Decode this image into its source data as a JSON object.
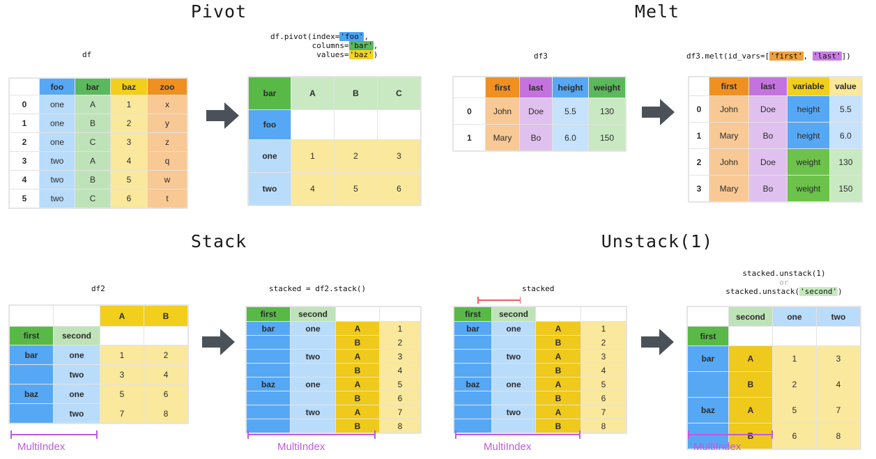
{
  "sections": {
    "pivot": {
      "title": "Pivot",
      "source_caption": "df",
      "code": {
        "line1_pre": "df.pivot(index=",
        "line1_hl": "'foo'",
        "line1_post": ",",
        "line2_pre": "         columns=",
        "line2_hl": "'bar'",
        "line2_post": ",",
        "line3_pre": "          values=",
        "line3_hl": "'baz'",
        "line3_post": ")"
      },
      "source_table": {
        "headers": [
          "",
          "foo",
          "bar",
          "baz",
          "zoo"
        ],
        "rows": [
          [
            "0",
            "one",
            "A",
            "1",
            "x"
          ],
          [
            "1",
            "one",
            "B",
            "2",
            "y"
          ],
          [
            "2",
            "one",
            "C",
            "3",
            "z"
          ],
          [
            "3",
            "two",
            "A",
            "4",
            "q"
          ],
          [
            "4",
            "two",
            "B",
            "5",
            "w"
          ],
          [
            "5",
            "two",
            "C",
            "6",
            "t"
          ]
        ]
      },
      "result_table": {
        "col_index_name": "bar",
        "col_labels": [
          "A",
          "B",
          "C"
        ],
        "row_index_name": "foo",
        "row_labels": [
          "one",
          "two"
        ],
        "values": [
          [
            "1",
            "2",
            "3"
          ],
          [
            "4",
            "5",
            "6"
          ]
        ]
      }
    },
    "melt": {
      "title": "Melt",
      "source_caption": "df3",
      "code": {
        "pre": "df3.melt(id_vars=[",
        "hl1": "'first'",
        "mid": ", ",
        "hl2": "'last'",
        "post": "])"
      },
      "source_table": {
        "headers": [
          "",
          "first",
          "last",
          "height",
          "weight"
        ],
        "rows": [
          [
            "0",
            "John",
            "Doe",
            "5.5",
            "130"
          ],
          [
            "1",
            "Mary",
            "Bo",
            "6.0",
            "150"
          ]
        ]
      },
      "result_table": {
        "headers": [
          "",
          "first",
          "last",
          "variable",
          "value"
        ],
        "rows": [
          [
            "0",
            "John",
            "Doe",
            "height",
            "5.5"
          ],
          [
            "1",
            "Mary",
            "Bo",
            "height",
            "6.0"
          ],
          [
            "2",
            "John",
            "Doe",
            "weight",
            "130"
          ],
          [
            "3",
            "Mary",
            "Bo",
            "weight",
            "150"
          ]
        ]
      }
    },
    "stack": {
      "title": "Stack",
      "source_caption": "df2",
      "code": "stacked = df2.stack()",
      "multiindex_label": "MultiIndex",
      "source_table": {
        "col_labels": [
          "A",
          "B"
        ],
        "index_names": [
          "first",
          "second"
        ],
        "rows": [
          {
            "first": "bar",
            "second": "one",
            "values": [
              "1",
              "2"
            ]
          },
          {
            "first": "",
            "second": "two",
            "values": [
              "3",
              "4"
            ]
          },
          {
            "first": "baz",
            "second": "one",
            "values": [
              "5",
              "6"
            ]
          },
          {
            "first": "",
            "second": "two",
            "values": [
              "7",
              "8"
            ]
          }
        ]
      },
      "result_table": {
        "index_names": [
          "first",
          "second"
        ],
        "rows": [
          {
            "first": "bar",
            "second": "one",
            "third": "A",
            "value": "1"
          },
          {
            "first": "",
            "second": "",
            "third": "B",
            "value": "2"
          },
          {
            "first": "",
            "second": "two",
            "third": "A",
            "value": "3"
          },
          {
            "first": "",
            "second": "",
            "third": "B",
            "value": "4"
          },
          {
            "first": "baz",
            "second": "one",
            "third": "A",
            "value": "5"
          },
          {
            "first": "",
            "second": "",
            "third": "B",
            "value": "6"
          },
          {
            "first": "",
            "second": "two",
            "third": "A",
            "value": "7"
          },
          {
            "first": "",
            "second": "",
            "third": "B",
            "value": "8"
          }
        ]
      }
    },
    "unstack": {
      "title": "Unstack(1)",
      "source_caption": "stacked",
      "code": {
        "line1": "stacked.unstack(1)",
        "line2": "or",
        "line3_pre": "stacked.unstack(",
        "line3_hl": "'second'",
        "line3_post": ")"
      },
      "multiindex_label": "MultiIndex",
      "source_table": {
        "index_names": [
          "first",
          "second"
        ],
        "rows": [
          {
            "first": "bar",
            "second": "one",
            "third": "A",
            "value": "1"
          },
          {
            "first": "",
            "second": "",
            "third": "B",
            "value": "2"
          },
          {
            "first": "",
            "second": "two",
            "third": "A",
            "value": "3"
          },
          {
            "first": "",
            "second": "",
            "third": "B",
            "value": "4"
          },
          {
            "first": "baz",
            "second": "one",
            "third": "A",
            "value": "5"
          },
          {
            "first": "",
            "second": "",
            "third": "B",
            "value": "6"
          },
          {
            "first": "",
            "second": "two",
            "third": "A",
            "value": "7"
          },
          {
            "first": "",
            "second": "",
            "third": "B",
            "value": "8"
          }
        ]
      },
      "result_table": {
        "col_index_name": "second",
        "col_labels": [
          "one",
          "two"
        ],
        "row_index_name": "first",
        "rows": [
          {
            "first": "bar",
            "level": "A",
            "values": [
              "1",
              "3"
            ]
          },
          {
            "first": "",
            "level": "B",
            "values": [
              "2",
              "4"
            ]
          },
          {
            "first": "baz",
            "level": "A",
            "values": [
              "5",
              "7"
            ]
          },
          {
            "first": "",
            "level": "B",
            "values": [
              "6",
              "8"
            ]
          }
        ]
      }
    }
  },
  "colors": {
    "arrow": "#4a5159",
    "multiindex": "#bf5ae0",
    "red_bracket": "#f05a5a",
    "blue": "#56a8f5",
    "green": "#5cb85c",
    "yellow": "#f2cf1c",
    "orange": "#ef9021",
    "purple": "#c473de"
  }
}
